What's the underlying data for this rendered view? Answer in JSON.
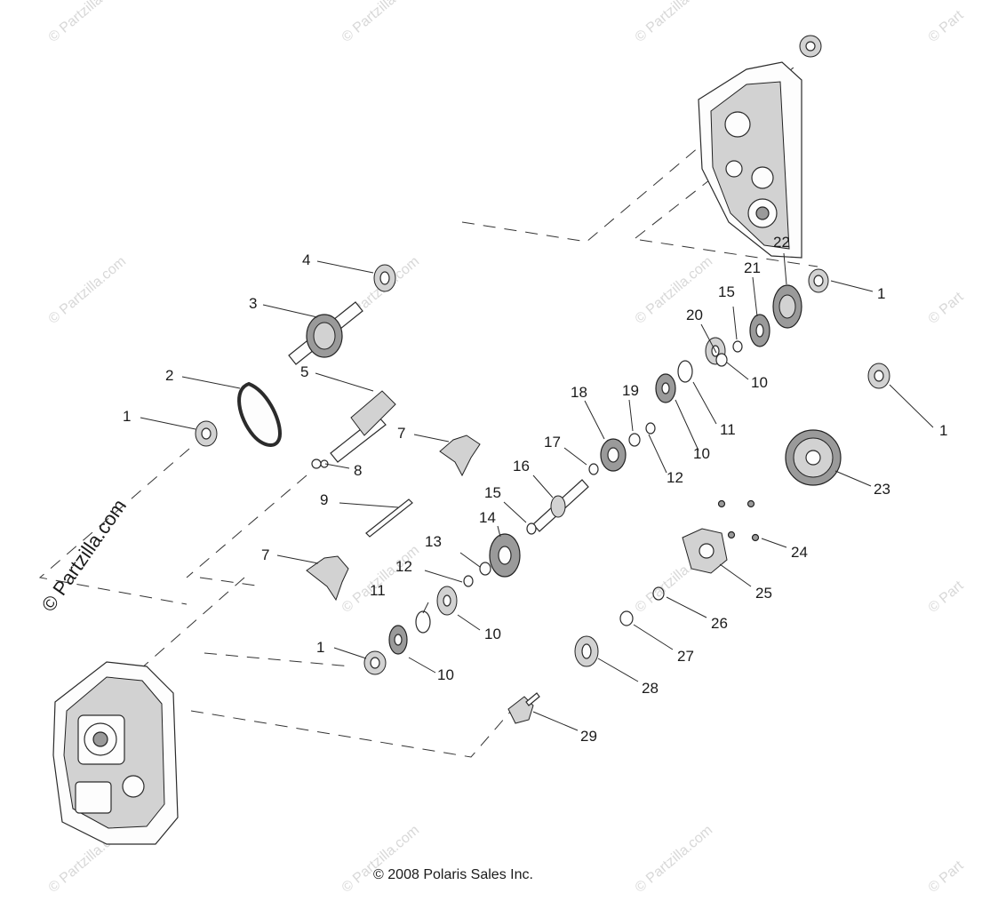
{
  "copyright": "© 2008 Polaris Sales Inc.",
  "watermark": {
    "main": "© Partzilla.com",
    "tile": "© Partzilla.com",
    "tile_short": "© Part"
  },
  "callouts": [
    {
      "id": "1a",
      "label": "1"
    },
    {
      "id": "1b",
      "label": "1"
    },
    {
      "id": "1c",
      "label": "1"
    },
    {
      "id": "1d",
      "label": "1"
    },
    {
      "id": "2",
      "label": "2"
    },
    {
      "id": "3",
      "label": "3"
    },
    {
      "id": "4",
      "label": "4"
    },
    {
      "id": "5",
      "label": "5"
    },
    {
      "id": "7a",
      "label": "7"
    },
    {
      "id": "7b",
      "label": "7"
    },
    {
      "id": "8",
      "label": "8"
    },
    {
      "id": "9",
      "label": "9"
    },
    {
      "id": "10a",
      "label": "10"
    },
    {
      "id": "10b",
      "label": "10"
    },
    {
      "id": "10c",
      "label": "10"
    },
    {
      "id": "10d",
      "label": "10"
    },
    {
      "id": "11a",
      "label": "11"
    },
    {
      "id": "11b",
      "label": "11"
    },
    {
      "id": "12a",
      "label": "12"
    },
    {
      "id": "12b",
      "label": "12"
    },
    {
      "id": "13",
      "label": "13"
    },
    {
      "id": "14",
      "label": "14"
    },
    {
      "id": "15a",
      "label": "15"
    },
    {
      "id": "15b",
      "label": "15"
    },
    {
      "id": "16",
      "label": "16"
    },
    {
      "id": "17",
      "label": "17"
    },
    {
      "id": "18",
      "label": "18"
    },
    {
      "id": "19",
      "label": "19"
    },
    {
      "id": "20",
      "label": "20"
    },
    {
      "id": "21",
      "label": "21"
    },
    {
      "id": "22",
      "label": "22"
    },
    {
      "id": "23",
      "label": "23"
    },
    {
      "id": "24",
      "label": "24"
    },
    {
      "id": "25",
      "label": "25"
    },
    {
      "id": "26",
      "label": "26"
    },
    {
      "id": "27",
      "label": "27"
    },
    {
      "id": "28",
      "label": "28"
    },
    {
      "id": "29",
      "label": "29"
    }
  ]
}
